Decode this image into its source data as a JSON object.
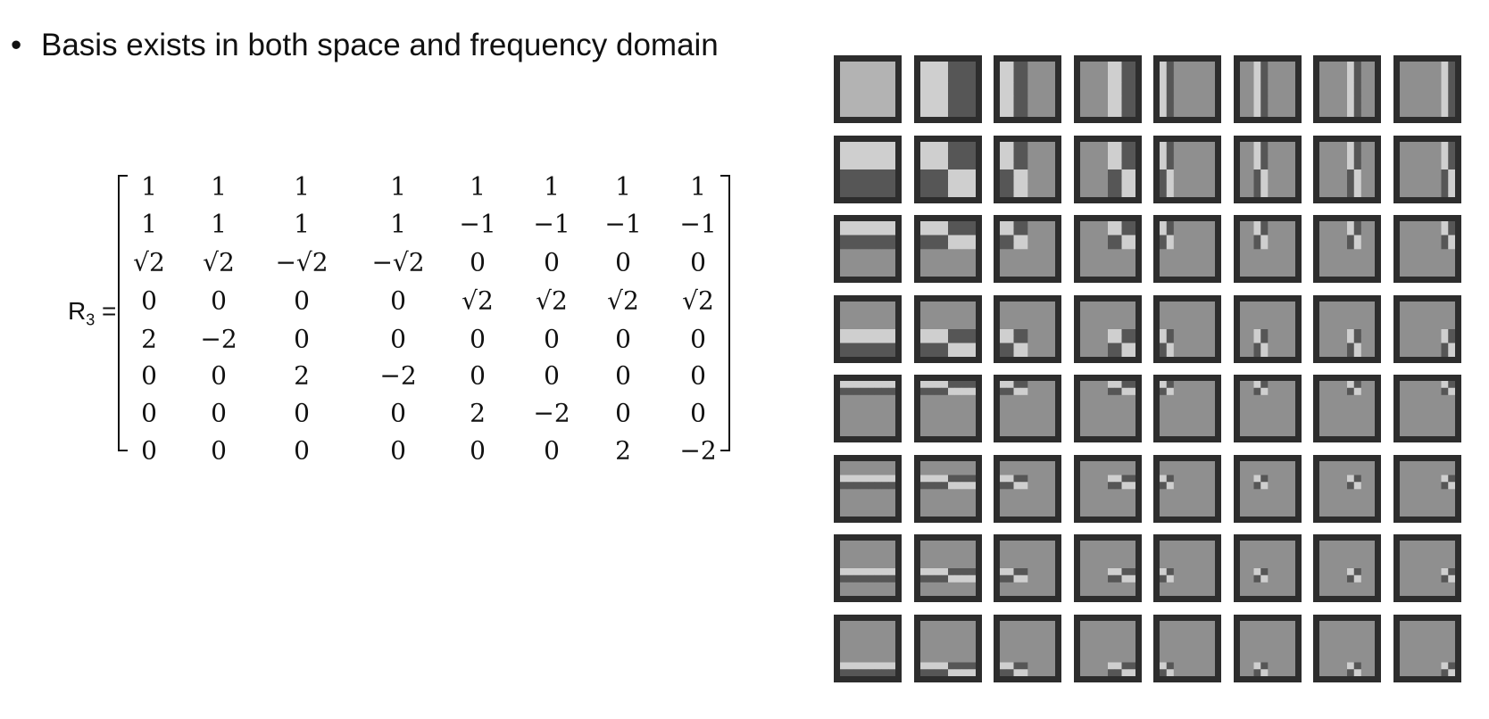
{
  "bullet": {
    "marker": "•",
    "text": "Basis exists in both space and frequency domain"
  },
  "matrix": {
    "label": "R",
    "label_sub": "3",
    "equals": "=",
    "rows": [
      [
        "1",
        "1",
        "1",
        "1",
        "1",
        "1",
        "1",
        "1"
      ],
      [
        "1",
        "1",
        "1",
        "1",
        "−1",
        "−1",
        "−1",
        "−1"
      ],
      [
        "√2",
        "√2",
        "−√2",
        "−√2",
        "0",
        "0",
        "0",
        "0"
      ],
      [
        "0",
        "0",
        "0",
        "0",
        "√2",
        "√2",
        "√2",
        "√2"
      ],
      [
        "2",
        "−2",
        "0",
        "0",
        "0",
        "0",
        "0",
        "0"
      ],
      [
        "0",
        "0",
        "2",
        "−2",
        "0",
        "0",
        "0",
        "0"
      ],
      [
        "0",
        "0",
        "0",
        "0",
        "2",
        "−2",
        "0",
        "0"
      ],
      [
        "0",
        "0",
        "0",
        "0",
        "0",
        "0",
        "2",
        "−2"
      ]
    ]
  },
  "basis_images": {
    "rows": 8,
    "cols": 8,
    "colors": {
      "frame": "#2d2d2d",
      "neutral": "#8f8f8f",
      "positive": "#cfcfcf",
      "negative": "#565656"
    }
  }
}
